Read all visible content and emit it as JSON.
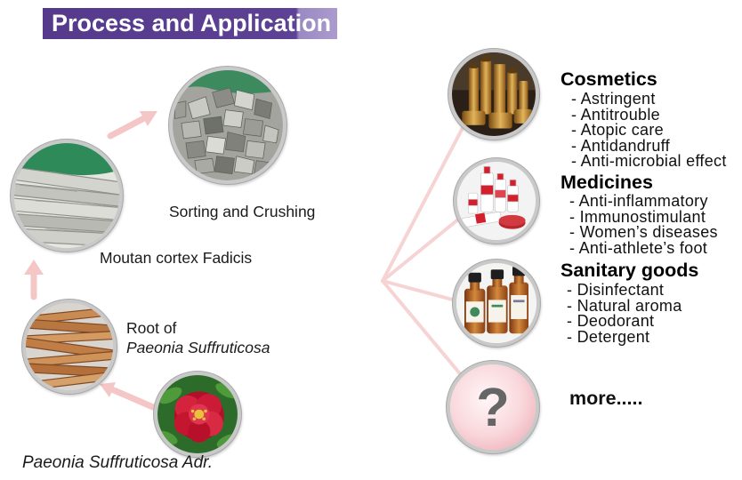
{
  "title": "Process and Application",
  "colors": {
    "banner": "#5c4194",
    "arrow": "#f5c6c6",
    "connector": "#f6d4d4"
  },
  "process": {
    "crushing": {
      "label": "Sorting and Crushing",
      "icon": "crushed-bark-photo"
    },
    "cortex": {
      "label": "Moutan cortex Fadicis",
      "icon": "bark-sticks-photo"
    },
    "root": {
      "label_line1": "Root of",
      "label_line2": "Paeonia Suffruticosa",
      "icon": "root-photo"
    },
    "flower": {
      "label": "Paeonia Suffruticosa Adr.",
      "icon": "peony-flower-photo"
    }
  },
  "applications": [
    {
      "title": "Cosmetics",
      "icon": "cosmetics-photo",
      "items": [
        "- Astringent",
        "- Antitrouble",
        "- Atopic care",
        "- Antidandruff",
        "- Anti-microbial effect"
      ]
    },
    {
      "title": "Medicines",
      "icon": "medicines-photo",
      "items": [
        "- Anti-inflammatory",
        "- Immunostimulant",
        "- Women’s diseases",
        "- Anti-athlete’s foot"
      ]
    },
    {
      "title": "Sanitary goods",
      "icon": "sanitary-goods-photo",
      "items": [
        "- Disinfectant",
        "- Natural aroma",
        "- Deodorant",
        "- Detergent"
      ]
    }
  ],
  "more": {
    "label": "more.....",
    "glyph": "?",
    "icon": "question-mark-icon"
  }
}
